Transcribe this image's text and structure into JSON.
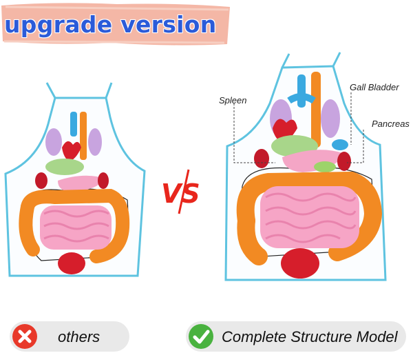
{
  "banner": {
    "title": "upgrade version"
  },
  "callouts": {
    "spleen": "Spleen",
    "gall_bladder": "Gall Bladder",
    "pancreas": "Pancreas"
  },
  "comparison": {
    "vs_label": "VS",
    "left_label": "others",
    "right_label": "Complete Structure Model"
  },
  "icons": {
    "left": "cross-icon",
    "right": "check-icon"
  },
  "colors": {
    "banner_text": "#2b5bd9",
    "banner_bg": "#f4b7a6",
    "apron_trim": "#5ec3e0",
    "cross": "#e8392a",
    "check": "#49b23f",
    "vs": "#e8261c"
  }
}
